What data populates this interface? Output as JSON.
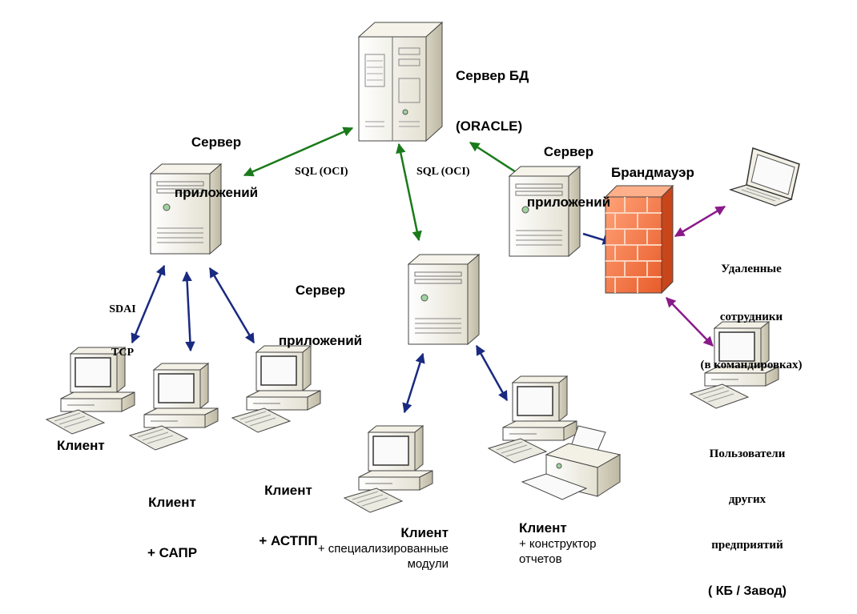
{
  "nodes": {
    "db_server": {
      "line1": "Сервер БД",
      "line2": "(ORACLE)"
    },
    "app_server_left": {
      "line1": "Сервер",
      "line2": "приложений"
    },
    "app_server_center": {
      "line1": "Сервер",
      "line2": "приложений"
    },
    "app_server_right": {
      "line1": "Сервер",
      "line2": "приложений"
    },
    "firewall": {
      "label": "Брандмауэр"
    },
    "remote_users": {
      "line1": "Удаленные",
      "line2": "сотрудники",
      "line3": "(в командировках)"
    },
    "other_users": {
      "line1": "Пользователи",
      "line2": "других",
      "line3": "предприятий",
      "line4": "( КБ / Завод)"
    },
    "client1": {
      "label": "Клиент"
    },
    "client2": {
      "line1": "Клиент",
      "line2": "+ САПР"
    },
    "client3": {
      "line1": "Клиент",
      "line2": "+ АСТПП"
    },
    "client4": {
      "line1": "Клиент",
      "line2": "+ специализированные",
      "line3": "модули"
    },
    "client5": {
      "line1": "Клиент",
      "line2": "+ конструктор",
      "line3": "отчетов"
    }
  },
  "connections": {
    "sql_left": "SQL (OCI)",
    "sql_center": "SQL (OCI)",
    "sdai_line1": "SDAI",
    "sdai_line2": "TCP"
  },
  "colors": {
    "sql_arrow": "#1a7a1a",
    "client_arrow": "#1a2a80",
    "external_arrow": "#8a1a8a",
    "firewall_brick": "#f07a4a",
    "server_body": "#f2f0e6"
  }
}
